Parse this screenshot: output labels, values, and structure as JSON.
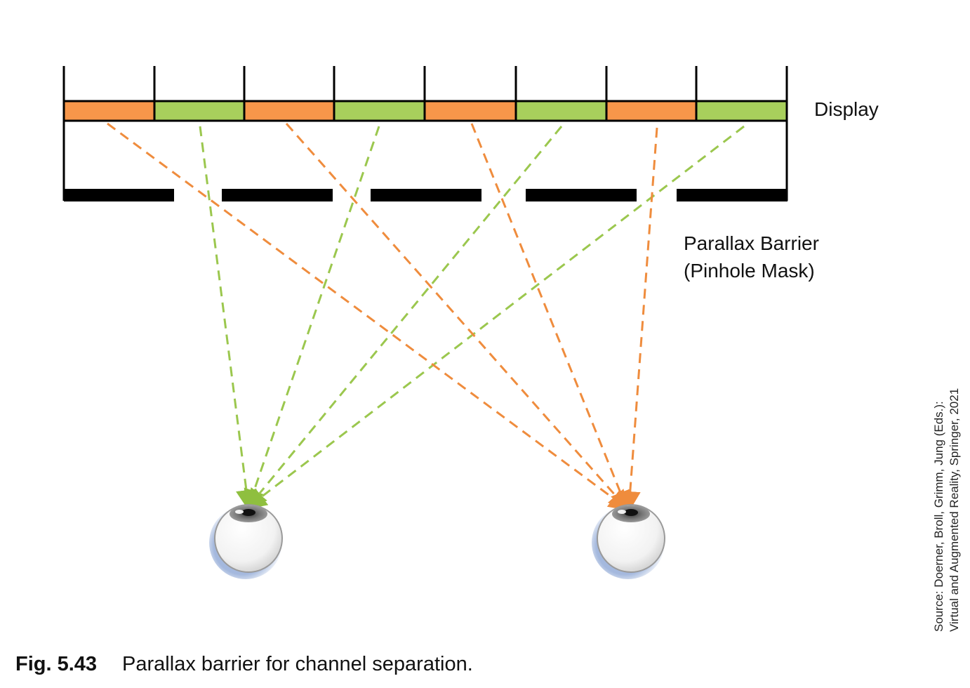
{
  "labels": {
    "display": "Display",
    "barrier_line1": "Parallax Barrier",
    "barrier_line2": "(Pinhole Mask)"
  },
  "caption": {
    "number": "Fig. 5.43",
    "text": "Parallax barrier for channel separation."
  },
  "source": {
    "line1": "Source: Doerner, Broll, Grimm, Jung (Eds.):",
    "line2": "Virtual and Augmented Reality, Springer, 2021"
  },
  "colors": {
    "left_eye_pixel": "#a8cf5c",
    "right_eye_pixel": "#f7964a",
    "barrier": "#000000"
  },
  "pixel_pattern": [
    "right",
    "left",
    "right",
    "left",
    "right",
    "left",
    "right",
    "left"
  ],
  "eyes": [
    "left-eye",
    "right-eye"
  ]
}
